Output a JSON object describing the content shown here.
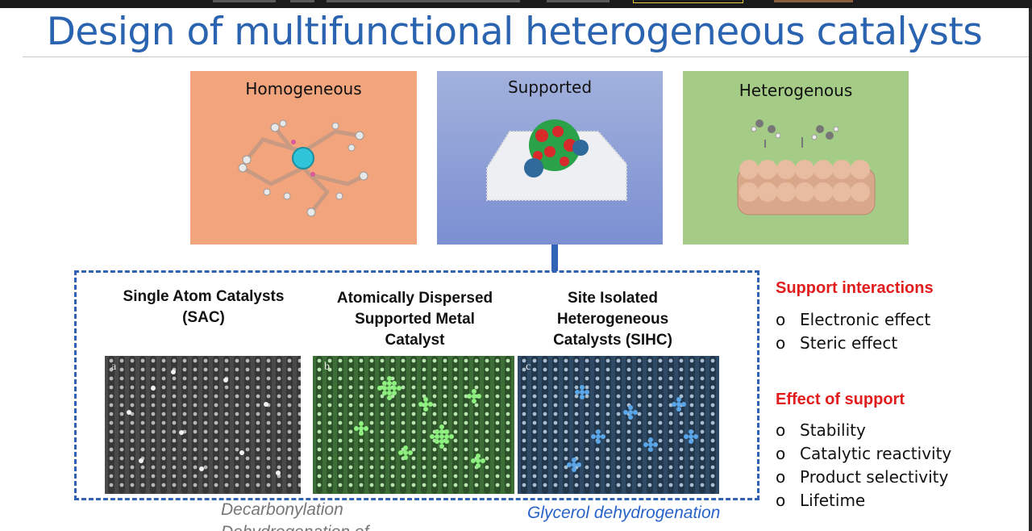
{
  "slide": {
    "title": "Design of multifunctional heterogeneous catalysts"
  },
  "cards": [
    {
      "label": "Homogeneous",
      "color": "#f2a47c"
    },
    {
      "label": "Supported",
      "color": "#8b9bd6"
    },
    {
      "label": "Heterogenous",
      "color": "#a5cc86"
    }
  ],
  "categories": [
    {
      "title_lines": [
        "Single Atom Catalysts",
        "(SAC)"
      ],
      "panel_letter": "a",
      "panel_color": "#6a6a6a"
    },
    {
      "title_lines": [
        "Atomically Dispersed",
        "Supported Metal",
        "Catalyst"
      ],
      "panel_letter": "b",
      "panel_color": "#8fd68a"
    },
    {
      "title_lines": [
        "Site Isolated",
        "Heterogeneous",
        "Catalysts (SIHC)"
      ],
      "panel_letter": "c",
      "panel_color": "#9ec9ea"
    }
  ],
  "support_interactions": {
    "heading": "Support interactions",
    "items": [
      "Electronic effect",
      "Steric effect"
    ]
  },
  "effect_of_support": {
    "heading": "Effect of support",
    "items": [
      "Stability",
      "Catalytic reactivity",
      "Product selectivity",
      "Lifetime"
    ]
  },
  "bullet_glyph": "o",
  "bottom_text": {
    "left_line1": "Decarbonylation",
    "left_line2": "Dehydrogenation of",
    "right_line1": "Glycerol dehydrogenation"
  },
  "colors": {
    "title_blue": "#2a63b0",
    "heading_red": "#e01c1c",
    "dash_blue": "#3163b4"
  }
}
